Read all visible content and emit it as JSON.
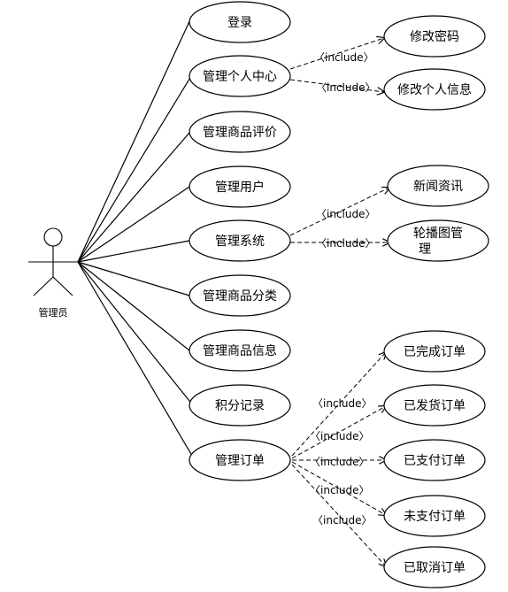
{
  "actor": {
    "label": "管理员"
  },
  "include_label": "〈include〉",
  "use_cases": [
    {
      "id": "login",
      "label": "登录"
    },
    {
      "id": "personal",
      "label": "管理个人中心"
    },
    {
      "id": "review",
      "label": "管理商品评价"
    },
    {
      "id": "users",
      "label": "管理用户"
    },
    {
      "id": "system",
      "label": "管理系统"
    },
    {
      "id": "category",
      "label": "管理商品分类"
    },
    {
      "id": "product",
      "label": "管理商品信息"
    },
    {
      "id": "points",
      "label": "积分记录"
    },
    {
      "id": "orders",
      "label": "管理订单"
    }
  ],
  "included_cases": [
    {
      "id": "change-password",
      "label": "修改密码",
      "parent": "personal"
    },
    {
      "id": "edit-profile",
      "label": "修改个人信息",
      "parent": "personal"
    },
    {
      "id": "news",
      "label": "新闻资讯",
      "parent": "system"
    },
    {
      "id": "carousel",
      "label": "轮播图管理",
      "lines": [
        "轮播图管",
        "理"
      ],
      "parent": "system"
    },
    {
      "id": "completed",
      "label": "已完成订单",
      "parent": "orders"
    },
    {
      "id": "shipped",
      "label": "已发货订单",
      "parent": "orders"
    },
    {
      "id": "paid",
      "label": "已支付订单",
      "parent": "orders"
    },
    {
      "id": "unpaid",
      "label": "未支付订单",
      "parent": "orders"
    },
    {
      "id": "cancelled",
      "label": "已取消订单",
      "parent": "orders"
    }
  ]
}
